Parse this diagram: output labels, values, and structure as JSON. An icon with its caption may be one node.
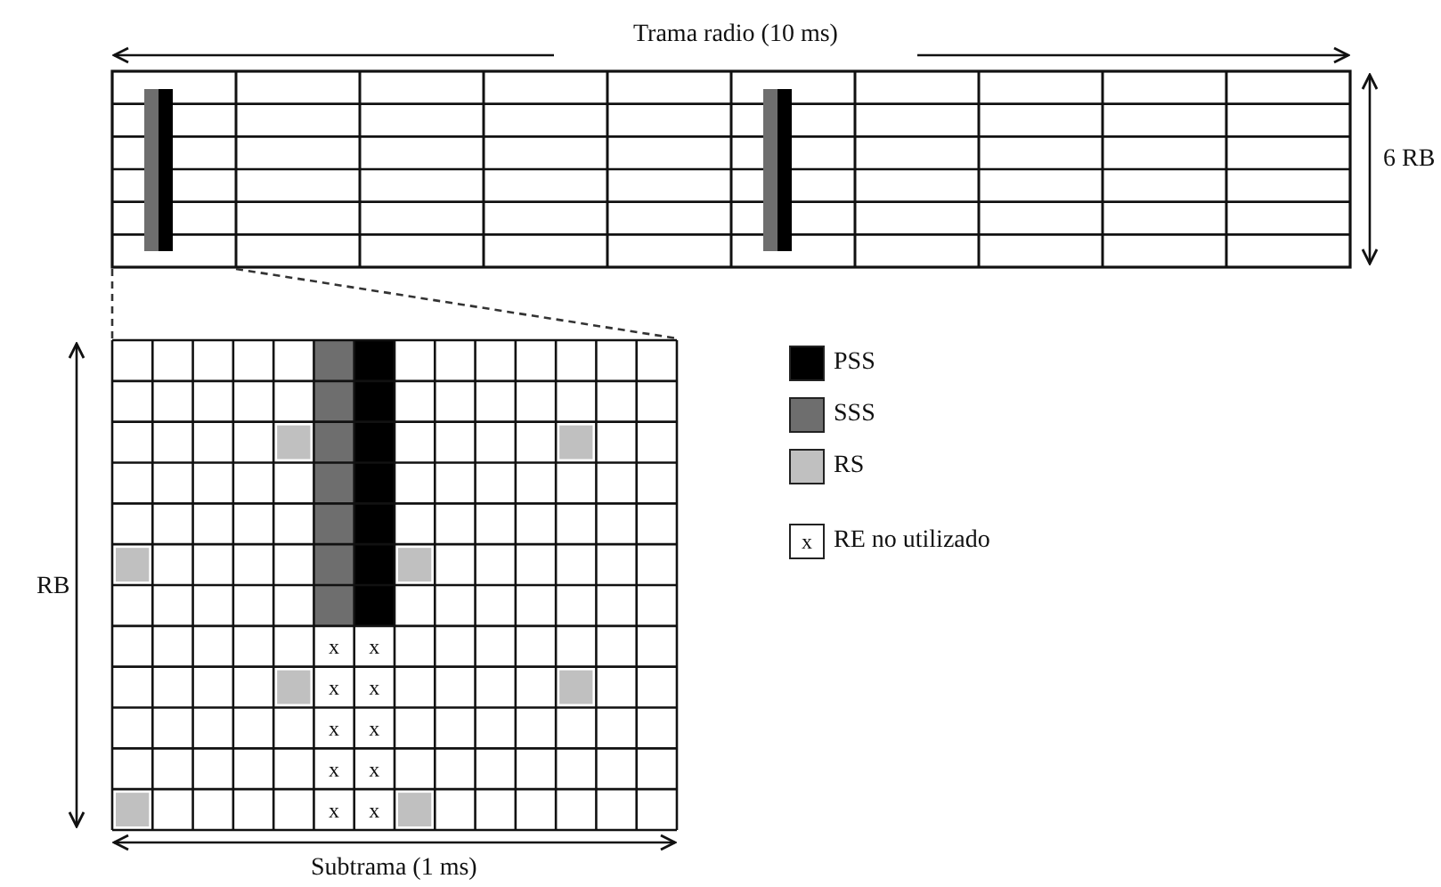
{
  "diagram": {
    "labels": [
      "Trama radio (10 ms)",
      "6 RB",
      "RB",
      "x",
      "x",
      "x",
      "x",
      "x",
      "x",
      "x",
      "x",
      "x",
      "x",
      "Subtrama (1 ms)",
      "x"
    ],
    "legend": [
      {
        "text": "PSS",
        "color": "#000000"
      },
      {
        "text": "SSS",
        "color": "#6e6e6e"
      },
      {
        "text": "RS",
        "color": "#c0c0c0"
      },
      {
        "text": "RE no utilizado"
      }
    ]
  }
}
